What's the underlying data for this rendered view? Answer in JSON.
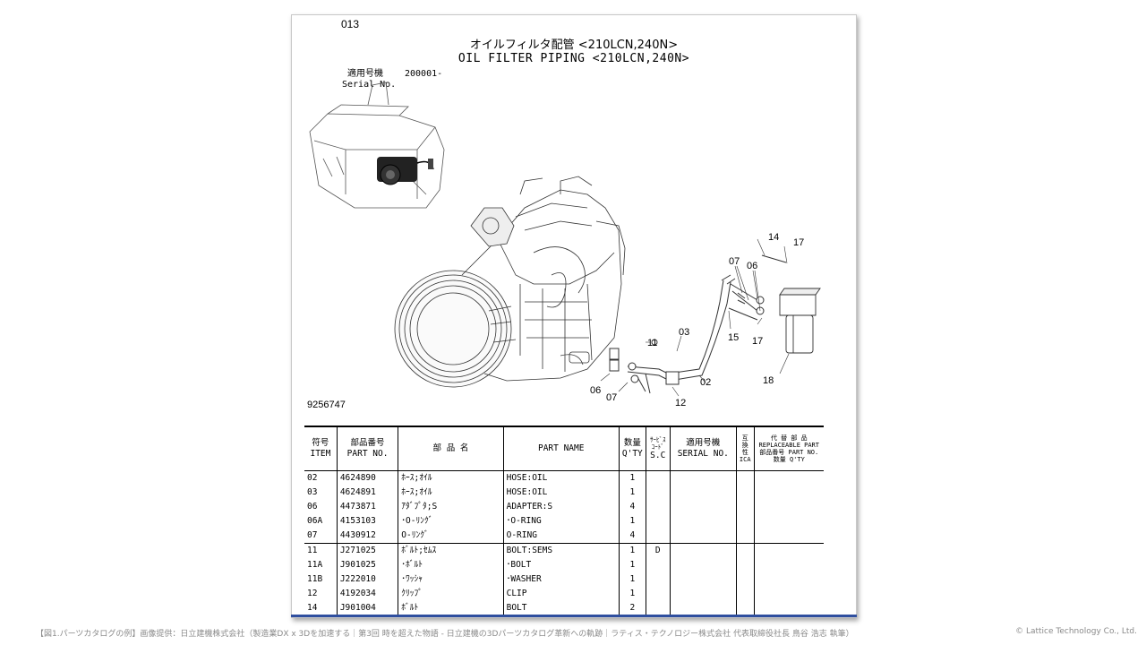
{
  "page_no": "013",
  "title_jp": "オイルフィルタ配管 <210LCN,240N>",
  "title_en": "OIL FILTER PIPING <210LCN,240N>",
  "serial": {
    "label_jp": "適用号機",
    "label_en": "Serial No.",
    "value": "200001-"
  },
  "drawing_no": "9256747",
  "callouts": [
    "14",
    "17",
    "07",
    "06",
    "15",
    "17",
    "18",
    "11",
    "03",
    "02",
    "12",
    "06",
    "07"
  ],
  "table": {
    "headers": {
      "item_jp": "符号",
      "item_en": "ITEM",
      "partno_jp": "部品番号",
      "partno_en": "PART NO.",
      "name_jp": "部 品 名",
      "name_en": "PART NAME",
      "qty_jp": "数量",
      "qty_en": "Q'TY",
      "sc_jp": "ｻｰﾋﾞｽｺｰﾄﾞ",
      "sc_en": "S.C",
      "serial_jp": "適用号機",
      "serial_en": "SERIAL NO.",
      "ica_jp": "互換性",
      "ica_en": "ICA",
      "repl_jp": "代 替 部 品",
      "repl_en": "REPLACEABLE PART",
      "repl_partno": "部品番号 PART NO.",
      "repl_qty": "数量 Q'TY"
    },
    "rows": [
      {
        "item": "02",
        "part_no": "4624890",
        "name_jp": "ﾎｰｽ;ｵｲﾙ",
        "name_en": "HOSE:OIL",
        "qty": "1",
        "sc": ""
      },
      {
        "item": "03",
        "part_no": "4624891",
        "name_jp": "ﾎｰｽ;ｵｲﾙ",
        "name_en": "HOSE:OIL",
        "qty": "1",
        "sc": ""
      },
      {
        "item": "06",
        "part_no": "4473871",
        "name_jp": "ｱﾀﾞﾌﾟﾀ;S",
        "name_en": "ADAPTER:S",
        "qty": "4",
        "sc": ""
      },
      {
        "item": "06A",
        "part_no": "4153103",
        "name_jp": "･O-ﾘﾝｸﾞ",
        "name_en": "･O-RING",
        "qty": "1",
        "sc": ""
      },
      {
        "item": "07",
        "part_no": "4430912",
        "name_jp": "O-ﾘﾝｸﾞ",
        "name_en": "O-RING",
        "qty": "4",
        "sc": ""
      },
      {
        "item": "11",
        "part_no": "J271025",
        "name_jp": "ﾎﾞﾙﾄ;ｾﾑｽ",
        "name_en": "BOLT:SEMS",
        "qty": "1",
        "sc": "D"
      },
      {
        "item": "11A",
        "part_no": "J901025",
        "name_jp": "･ﾎﾞﾙﾄ",
        "name_en": "･BOLT",
        "qty": "1",
        "sc": ""
      },
      {
        "item": "11B",
        "part_no": "J222010",
        "name_jp": "･ﾜｯｼｬ",
        "name_en": "･WASHER",
        "qty": "1",
        "sc": ""
      },
      {
        "item": "12",
        "part_no": "4192034",
        "name_jp": "ｸﾘｯﾌﾟ",
        "name_en": "CLIP",
        "qty": "1",
        "sc": ""
      },
      {
        "item": "14",
        "part_no": "J901004",
        "name_jp": "ﾎﾞﾙﾄ",
        "name_en": "BOLT",
        "qty": "2",
        "sc": ""
      }
    ]
  },
  "footer": "【図1.パーツカタログの例】画像提供：日立建機株式会社（製造業DX x 3Dを加速する｜第3回 時を超えた物語 - 日立建機の3Dパーツカタログ革新への軌跡｜ラティス・テクノロジー株式会社 代表取締役社長 鳥谷 浩志 執筆）",
  "copyright": "© Lattice Technology Co., Ltd."
}
